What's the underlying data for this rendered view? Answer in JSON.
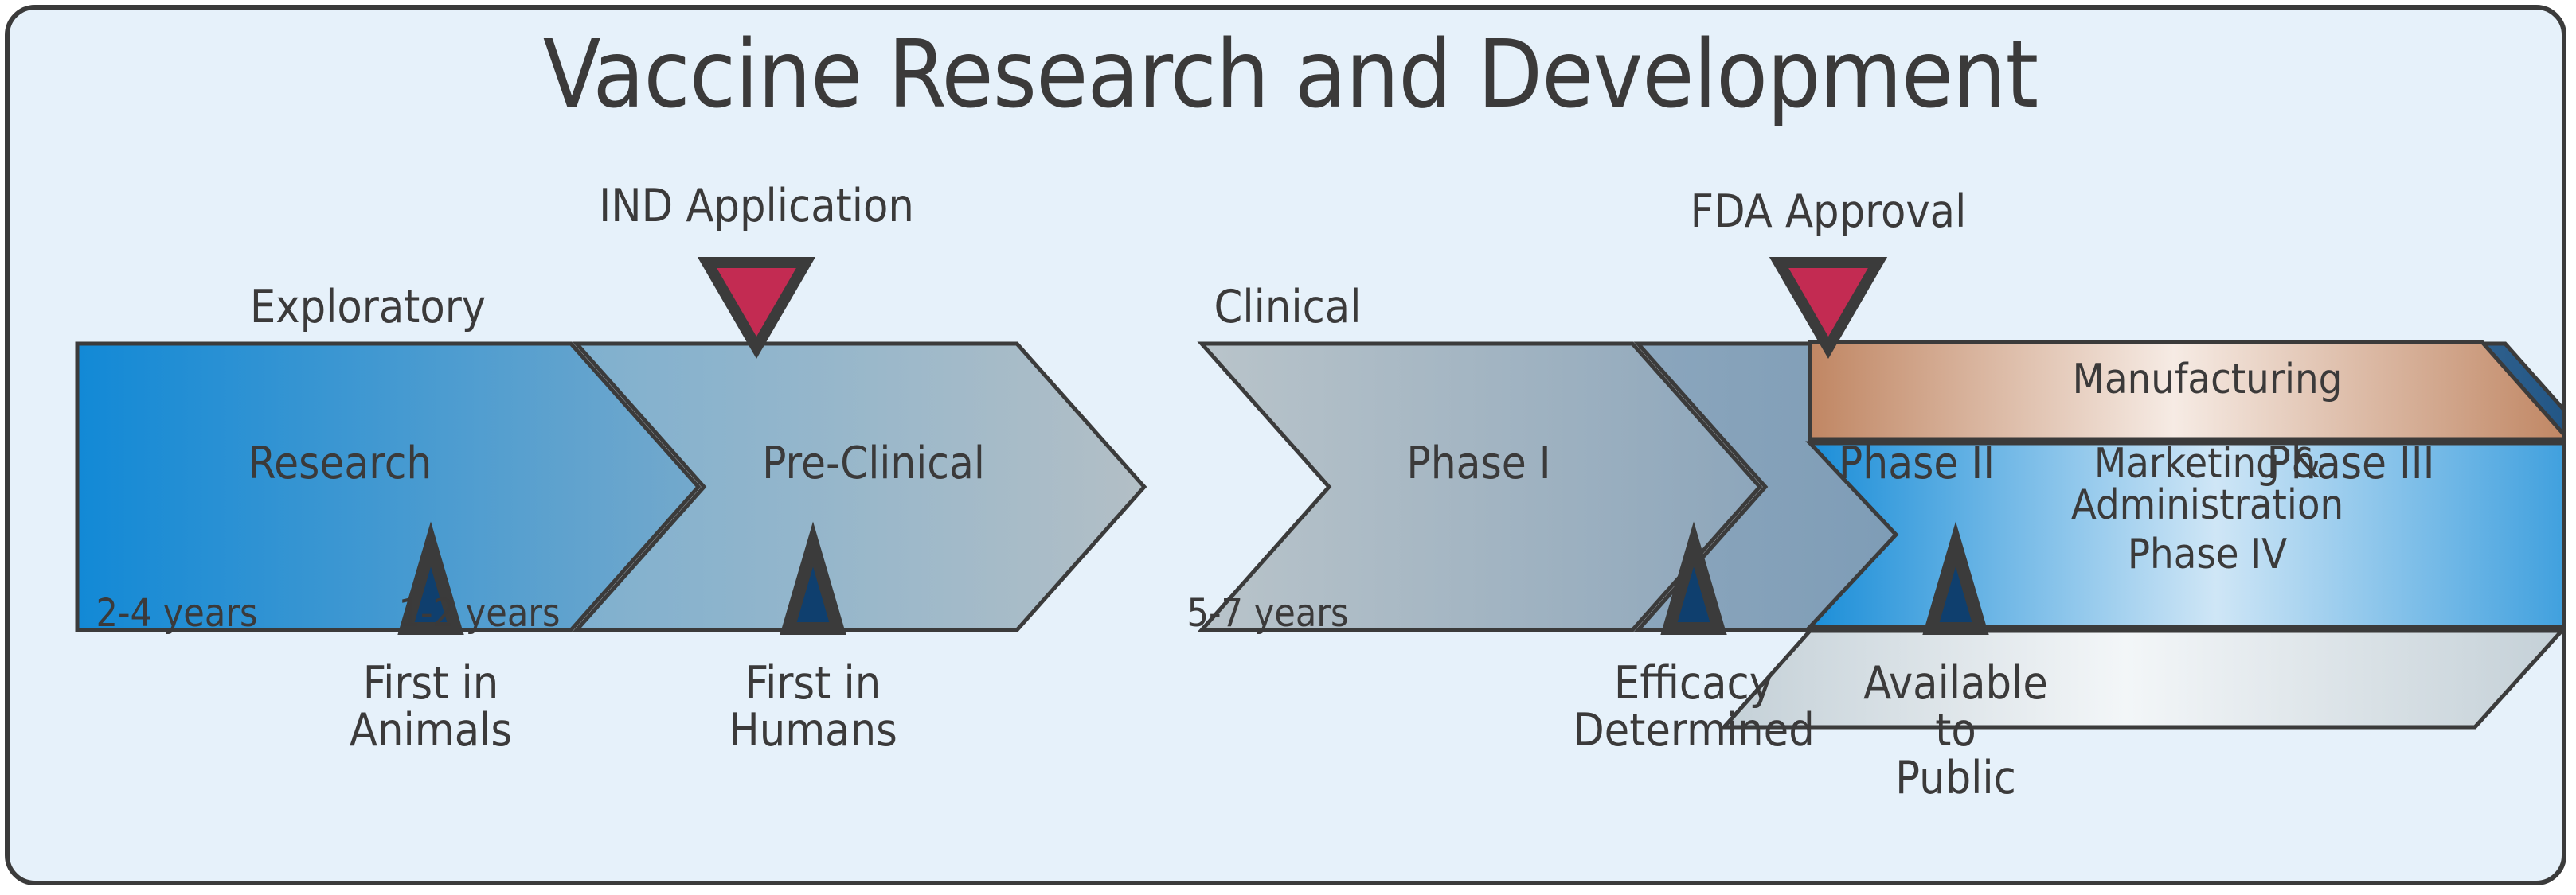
{
  "title": "Vaccine Research and Development",
  "theme": {
    "background": "#e6f1fa",
    "frame_border": "#3b3b3b",
    "text": "#3b3a3a",
    "milestone_up_fill": "#0f3f6e",
    "milestone_down_fill": "#c32b52",
    "marker_outline": "#3b3b3b",
    "research_blue": "#1689d4",
    "phase3_blue": "#1b4f83",
    "manufacturing_tan": "#c79271",
    "marketing_blue": "#1b8fd8",
    "phase4_gray": "#ccd6dc"
  },
  "group_headers": [
    {
      "label": "Exploratory"
    },
    {
      "label": "Clinical"
    }
  ],
  "milestones_top": [
    {
      "label": "IND Application",
      "marker": "down-triangle-marker",
      "color": "#c32b52"
    },
    {
      "label": "FDA Approval",
      "marker": "down-triangle-marker",
      "color": "#c32b52"
    }
  ],
  "stages": [
    {
      "name": "Research",
      "duration": "2-4 years"
    },
    {
      "name": "Pre-Clinical",
      "duration": "1-2 years"
    },
    {
      "name": "Phase I",
      "duration": ""
    },
    {
      "name": "Phase II",
      "duration": "5-7 years"
    },
    {
      "name": "Phase III",
      "duration": ""
    }
  ],
  "post_approval_bands": [
    {
      "label": "Manufacturing"
    },
    {
      "label": "Marketing &\nAdministration"
    },
    {
      "label": "Phase IV"
    }
  ],
  "milestones_bottom": [
    {
      "label": "First in\nAnimals",
      "marker": "up-triangle-marker"
    },
    {
      "label": "First in\nHumans",
      "marker": "up-triangle-marker"
    },
    {
      "label": "Efficacy\nDetermined",
      "marker": "up-triangle-marker"
    },
    {
      "label": "Available\nto\nPublic",
      "marker": "up-triangle-marker"
    }
  ]
}
